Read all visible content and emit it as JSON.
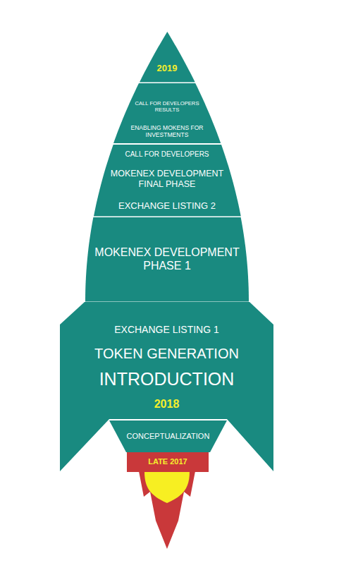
{
  "diagram": {
    "nodes": [
      {
        "text": [
          "2019"
        ]
      },
      {
        "text": [
          "CALL FOR DEVELOPERS RESULTS",
          "ENABLING MOKENS FOR INVESTMENTS"
        ]
      },
      {
        "text": [
          "CALL FOR DEVELOPERS",
          "MOKENEX DEVELOPMENT FINAL PHASE",
          "EXCHANGE LISTING 2"
        ]
      },
      {
        "text": [
          "MOKENEX DEVELOPMENT PHASE 1"
        ]
      },
      {
        "text": [
          "EXCHANGE LISTING 1",
          "TOKEN GENERATION",
          "INTRODUCTION",
          "2018"
        ]
      },
      {
        "text": [
          "CONCEPTUALIZATION"
        ]
      },
      {
        "text": [
          "LATE 2017"
        ]
      }
    ]
  }
}
